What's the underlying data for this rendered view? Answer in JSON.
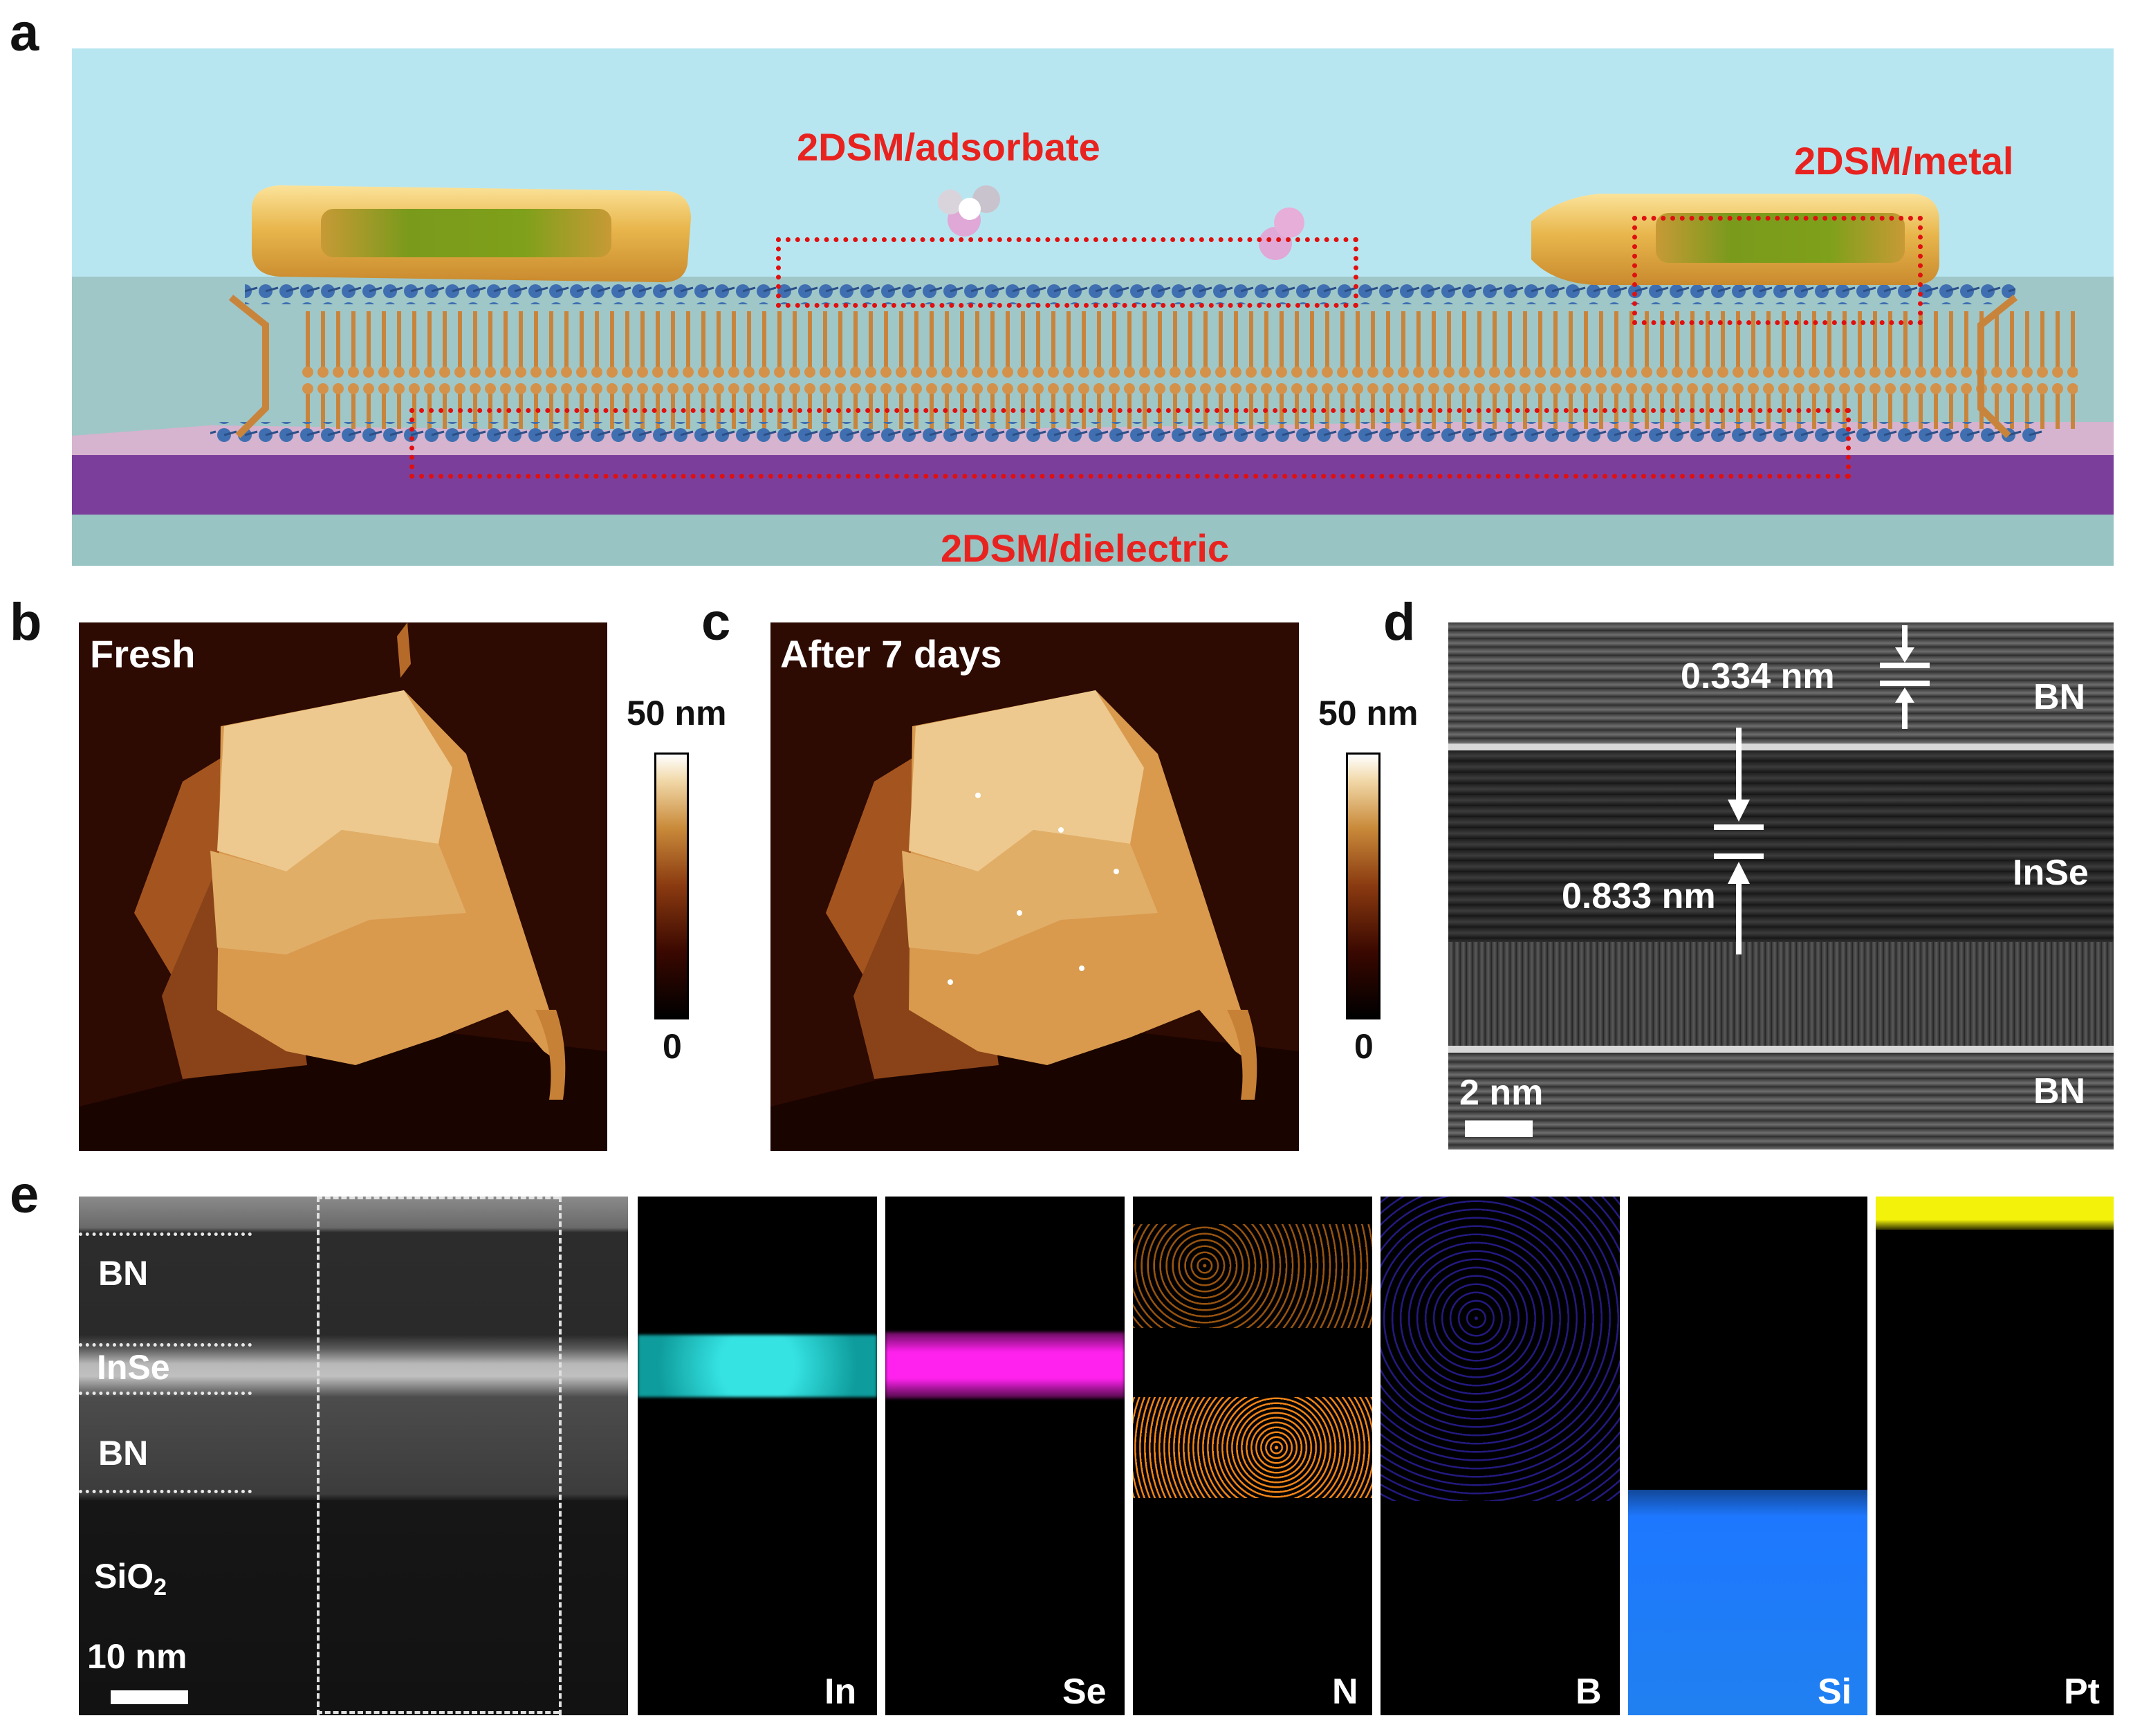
{
  "panel_labels": {
    "a": "a",
    "b": "b",
    "c": "c",
    "d": "d",
    "e": "e"
  },
  "panel_a": {
    "adsorbate_label": "2DSM/adsorbate",
    "metal_label": "2DSM/metal",
    "dielectric_label": "2DSM/dielectric"
  },
  "panel_b": {
    "title": "Fresh",
    "scale_max": "50 nm",
    "scale_min": "0"
  },
  "panel_c": {
    "title": "After 7 days",
    "scale_max": "50 nm",
    "scale_min": "0"
  },
  "panel_d": {
    "spacing_bn": "0.334 nm",
    "spacing_inse": "0.833 nm",
    "layer_top": "BN",
    "layer_mid": "InSe",
    "layer_bot": "BN",
    "scale_bar": "2 nm"
  },
  "panel_e": {
    "layers": {
      "bn_top": "BN",
      "inse": "InSe",
      "bn_bot": "BN",
      "sio2_main": "SiO",
      "sio2_sub": "2"
    },
    "scale_bar": "10 nm",
    "maps": [
      {
        "element": "In",
        "color": "#22d8d8"
      },
      {
        "element": "Se",
        "color": "#ff22ee"
      },
      {
        "element": "N",
        "color": "#ff8c1a"
      },
      {
        "element": "B",
        "color": "#3a2bd6"
      },
      {
        "element": "Si",
        "color": "#1e78ff"
      },
      {
        "element": "Pt",
        "color": "#f2f20a"
      }
    ]
  }
}
